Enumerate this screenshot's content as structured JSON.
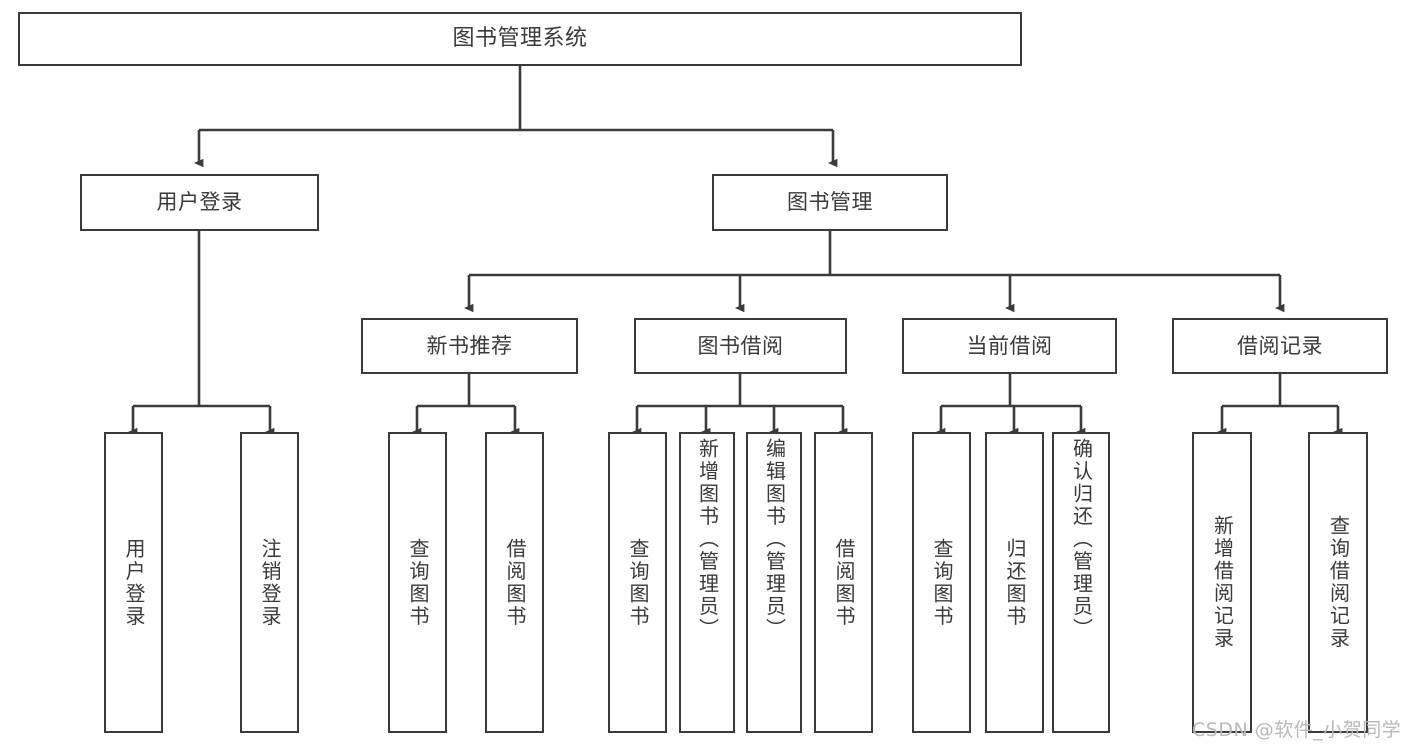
{
  "diagram": {
    "type": "tree",
    "title": "图书管理系统",
    "watermark": "CSDN @软件_小贺同学",
    "colors": {
      "stroke": "#3b3b3b",
      "text": "#3a3a3a",
      "background": "#ffffff",
      "watermark": "#b9b9b9"
    },
    "nodes": {
      "root": {
        "label": "图书管理系统"
      },
      "level2": [
        {
          "id": "user-login",
          "label": "用户登录"
        },
        {
          "id": "book-management",
          "label": "图书管理"
        }
      ],
      "level3": [
        {
          "id": "new-book-recommend",
          "label": "新书推荐"
        },
        {
          "id": "book-borrow",
          "label": "图书借阅"
        },
        {
          "id": "current-borrow",
          "label": "当前借阅"
        },
        {
          "id": "borrow-record",
          "label": "借阅记录"
        }
      ],
      "leaves": [
        {
          "id": "leaf-user-login",
          "label": "用户登录",
          "parent": "user-login"
        },
        {
          "id": "leaf-logout",
          "label": "注销登录",
          "parent": "user-login"
        },
        {
          "id": "leaf-query-book-1",
          "label": "查询图书",
          "parent": "new-book-recommend"
        },
        {
          "id": "leaf-borrow-book-1",
          "label": "借阅图书",
          "parent": "new-book-recommend"
        },
        {
          "id": "leaf-query-book-2",
          "label": "查询图书",
          "parent": "book-borrow"
        },
        {
          "id": "leaf-add-book",
          "label": "新增图书（管理员）",
          "parent": "book-borrow"
        },
        {
          "id": "leaf-edit-book",
          "label": "编辑图书（管理员）",
          "parent": "book-borrow"
        },
        {
          "id": "leaf-borrow-book-2",
          "label": "借阅图书",
          "parent": "book-borrow"
        },
        {
          "id": "leaf-query-book-3",
          "label": "查询图书",
          "parent": "current-borrow"
        },
        {
          "id": "leaf-return-book",
          "label": "归还图书",
          "parent": "current-borrow"
        },
        {
          "id": "leaf-confirm-return",
          "label": "确认归还（管理员）",
          "parent": "current-borrow"
        },
        {
          "id": "leaf-add-record",
          "label": "新增借阅记录",
          "parent": "borrow-record"
        },
        {
          "id": "leaf-query-record",
          "label": "查询借阅记录",
          "parent": "borrow-record"
        }
      ]
    }
  }
}
